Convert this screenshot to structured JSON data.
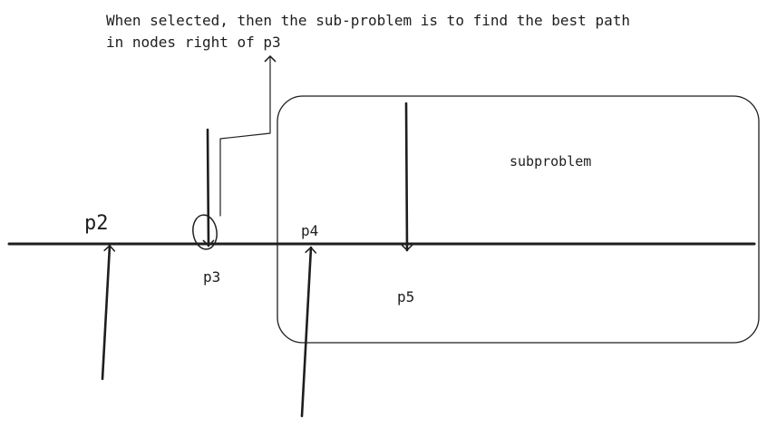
{
  "annotation": {
    "line1": "When selected, then the sub-problem is to find the best path",
    "line2": "in nodes right of p3"
  },
  "labels": {
    "p2": "p2",
    "p3": "p3",
    "p4": "p4",
    "p5": "p5",
    "subproblem": "subproblem"
  },
  "colors": {
    "ink": "#1e1e1e",
    "background": "#ffffff"
  }
}
